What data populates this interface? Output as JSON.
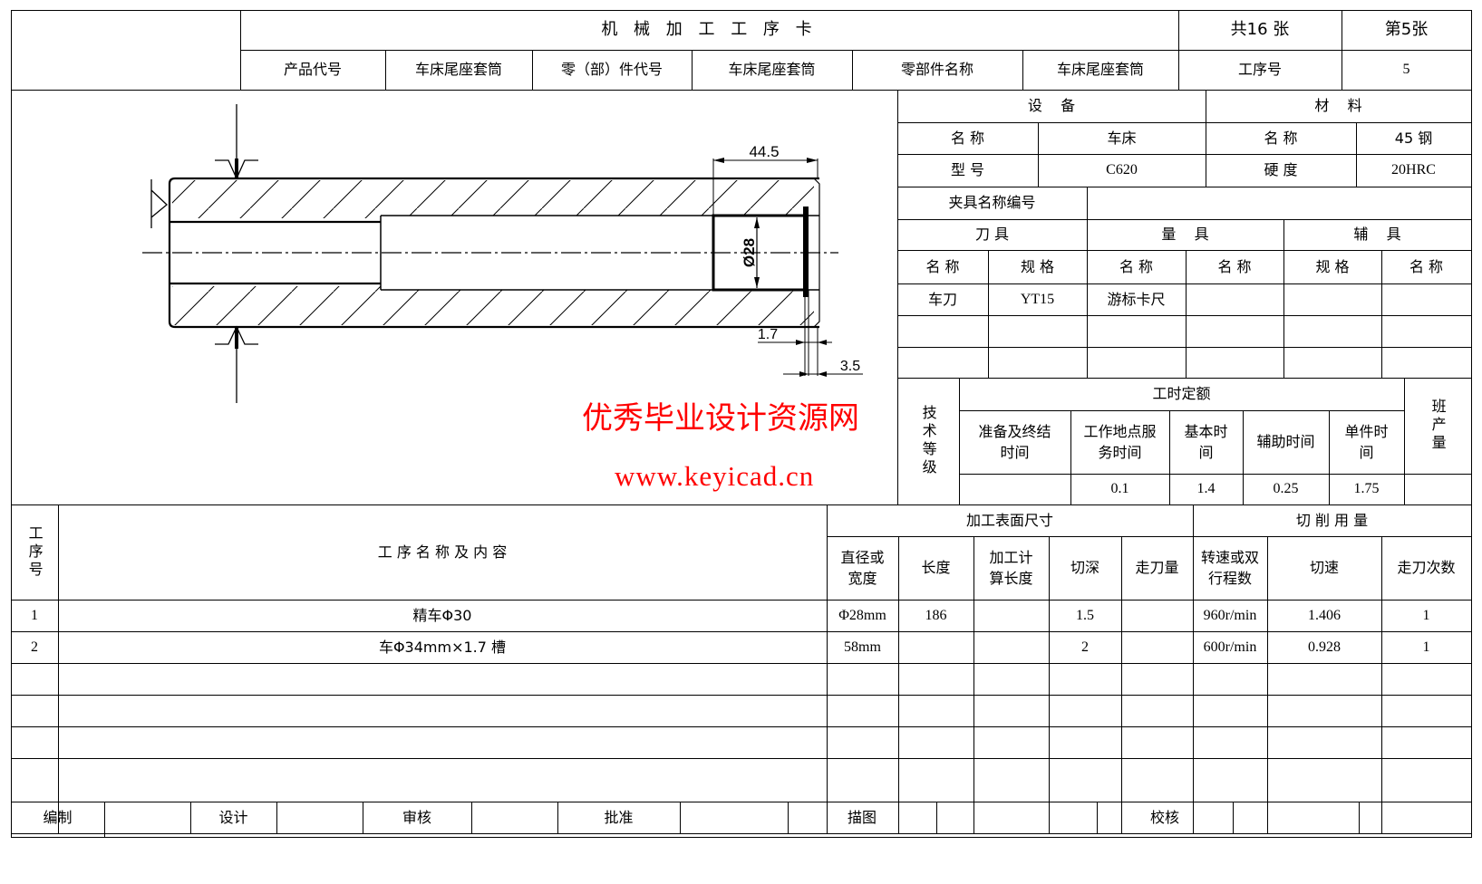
{
  "header": {
    "title": "机 械 加 工 工 序 卡",
    "total_sheets": "共16 张",
    "sheet_no": "第5张",
    "product_code_label": "产品代号",
    "product_code_value": "车床尾座套筒",
    "part_code_label": "零（部）件代号",
    "part_code_value": "车床尾座套筒",
    "part_name_label": "零部件名称",
    "part_name_value": "车床尾座套筒",
    "process_no_label": "工序号",
    "process_no_value": "5"
  },
  "equipment": {
    "section_label": "设    备",
    "name_label": "名 称",
    "name_value": "车床",
    "model_label": "型 号",
    "model_value": "C620"
  },
  "material": {
    "section_label": "材    料",
    "name_label": "名 称",
    "name_value": "45 钢",
    "hardness_label": "硬 度",
    "hardness_value": "20HRC"
  },
  "fixture": {
    "label": "夹具名称编号",
    "value": ""
  },
  "tools": {
    "cutting_label": "刀 具",
    "measuring_label": "量    具",
    "auxiliary_label": "辅    具",
    "columns": [
      "名 称",
      "规 格",
      "名 称",
      "名 称",
      "规 格",
      "名 称"
    ],
    "rows": [
      [
        "车刀",
        "YT15",
        "游标卡尺",
        "",
        "",
        ""
      ],
      [
        "",
        "",
        "",
        "",
        "",
        ""
      ],
      [
        "",
        "",
        "",
        "",
        "",
        ""
      ]
    ]
  },
  "time_quota": {
    "tech_grade_label": "技术等级",
    "section_label": "工时定额",
    "shift_output_label": "班产量",
    "columns": [
      "准备及终结时间",
      "工作地点服务时间",
      "基本时间",
      "辅助时间",
      "单件时间"
    ],
    "columns_lines": [
      [
        "准备及终结",
        "时间"
      ],
      [
        "工作地点服",
        "务时间"
      ],
      [
        "基本时",
        "间"
      ],
      [
        "辅助时间"
      ],
      [
        "单件时",
        "间"
      ]
    ],
    "values": [
      "",
      "0.1",
      "1.4",
      "0.25",
      "1.75"
    ],
    "tech_grade_value": "",
    "shift_output_value": ""
  },
  "operations": {
    "seq_label": "工序号",
    "content_label": "工 序 名 称 及 内 容",
    "surface_dims_label": "加工表面尺寸",
    "cutting_params_label": "切 削 用 量",
    "columns": [
      [
        "直径或",
        "宽度"
      ],
      [
        "长度"
      ],
      [
        "加工计",
        "算长度"
      ],
      [
        "切深"
      ],
      [
        "走刀量"
      ],
      [
        "转速或双",
        "行程数"
      ],
      [
        "切速"
      ],
      [
        "走刀次数"
      ]
    ],
    "rows": [
      {
        "seq": "1",
        "content": "精车Φ30",
        "diameter": "Φ28mm",
        "length": "186",
        "calc_length": "",
        "depth": "1.5",
        "feed": "",
        "speed": "960r/min",
        "cut_speed": "1.406",
        "passes": "1"
      },
      {
        "seq": "2",
        "content": "车Φ34mm×1.7 槽",
        "diameter": "58mm",
        "length": "",
        "calc_length": "",
        "depth": "2",
        "feed": "",
        "speed": "600r/min",
        "cut_speed": "0.928",
        "passes": "1"
      }
    ]
  },
  "signatures": {
    "compile_label": "编制",
    "design_label": "设计",
    "review_label": "审核",
    "approve_label": "批准",
    "trace_label": "描图",
    "check_label": "校核"
  },
  "drawing": {
    "dim_length": "44.5",
    "dim_diameter": "Ø28",
    "dim_groove_width": "1.7",
    "dim_groove_offset": "3.5"
  },
  "watermark": {
    "line1": "优秀毕业设计资源网",
    "line2": "www.keyicad.cn",
    "color": "#ff0000"
  }
}
